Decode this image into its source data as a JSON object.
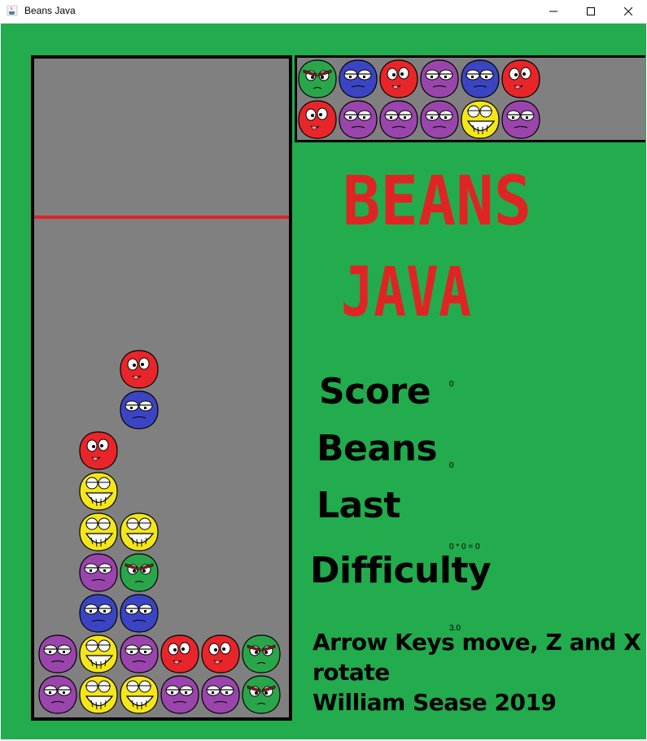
{
  "window": {
    "title": "Beans Java"
  },
  "logo": {
    "line1": "BEANS",
    "line2": "JAVA",
    "color": "#e02424"
  },
  "stats": {
    "score_label": "Score",
    "score_value": "0",
    "beans_label": "Beans",
    "beans_value": "0",
    "last_label": "Last",
    "last_value": "0 * 0 = 0",
    "difficulty_label": "Difficulty",
    "difficulty_value": "3.0"
  },
  "instructions": {
    "line1": "Arrow Keys move, Z and X",
    "line2": "rotate",
    "line3": "William Sease 2019"
  },
  "colors": {
    "background": "#22ac4d",
    "well": "#808080",
    "bean_red": "#e8262a",
    "bean_blue": "#3b45c4",
    "bean_purple": "#9a45ac",
    "bean_yellow": "#f5e61a",
    "bean_green": "#2aa64a"
  },
  "board": {
    "columns": 6,
    "falling_pair": [
      {
        "row": 7,
        "col": 3,
        "color": "red",
        "face": "cross"
      },
      {
        "row": 8,
        "col": 3,
        "color": "blue",
        "face": "tired"
      }
    ],
    "settled": [
      {
        "row": 9,
        "col": 2,
        "color": "red",
        "face": "cross"
      },
      {
        "row": 10,
        "col": 2,
        "color": "yellow",
        "face": "grin"
      },
      {
        "row": 11,
        "col": 2,
        "color": "yellow",
        "face": "grin"
      },
      {
        "row": 11,
        "col": 3,
        "color": "yellow",
        "face": "grin"
      },
      {
        "row": 12,
        "col": 2,
        "color": "purple",
        "face": "tired"
      },
      {
        "row": 12,
        "col": 3,
        "color": "green",
        "face": "angry"
      },
      {
        "row": 13,
        "col": 2,
        "color": "blue",
        "face": "tired"
      },
      {
        "row": 13,
        "col": 3,
        "color": "blue",
        "face": "tired"
      },
      {
        "row": 14,
        "col": 1,
        "color": "purple",
        "face": "tired"
      },
      {
        "row": 14,
        "col": 2,
        "color": "yellow",
        "face": "grin"
      },
      {
        "row": 14,
        "col": 3,
        "color": "purple",
        "face": "tired"
      },
      {
        "row": 14,
        "col": 4,
        "color": "red",
        "face": "cross"
      },
      {
        "row": 14,
        "col": 5,
        "color": "red",
        "face": "cross"
      },
      {
        "row": 14,
        "col": 6,
        "color": "green",
        "face": "angry"
      },
      {
        "row": 15,
        "col": 1,
        "color": "purple",
        "face": "tired"
      },
      {
        "row": 15,
        "col": 2,
        "color": "yellow",
        "face": "grin"
      },
      {
        "row": 15,
        "col": 3,
        "color": "yellow",
        "face": "grin"
      },
      {
        "row": 15,
        "col": 4,
        "color": "purple",
        "face": "tired"
      },
      {
        "row": 15,
        "col": 5,
        "color": "purple",
        "face": "tired"
      },
      {
        "row": 15,
        "col": 6,
        "color": "green",
        "face": "angry"
      }
    ]
  },
  "next_queue": {
    "top": [
      {
        "color": "green",
        "face": "angry"
      },
      {
        "color": "blue",
        "face": "tired"
      },
      {
        "color": "red",
        "face": "cross"
      },
      {
        "color": "purple",
        "face": "tired"
      },
      {
        "color": "blue",
        "face": "tired"
      },
      {
        "color": "red",
        "face": "cross"
      }
    ],
    "bottom": [
      {
        "color": "red",
        "face": "cross"
      },
      {
        "color": "purple",
        "face": "tired"
      },
      {
        "color": "purple",
        "face": "tired"
      },
      {
        "color": "purple",
        "face": "tired"
      },
      {
        "color": "yellow",
        "face": "grin"
      },
      {
        "color": "purple",
        "face": "tired"
      }
    ]
  }
}
